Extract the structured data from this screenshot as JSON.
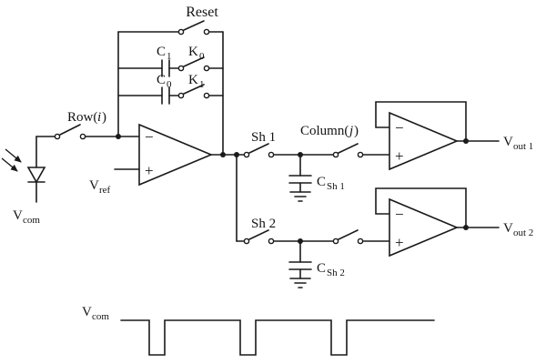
{
  "diagram": {
    "type": "circuit-schematic",
    "description": "Pixel readout integrator with correlated double sampling: photodiode, row switch, integrator op-amp with reset/C1/C0 feedback, two sample-and-hold branches and output buffers, plus Vcom timing waveform",
    "colors": {
      "stroke": "#1a1a1a",
      "background": "#ffffff"
    },
    "labels": {
      "reset": "Reset",
      "c1_base": "C",
      "c1_sub": "1",
      "k0_base": "K",
      "k0_sub": "0",
      "c0_base": "C",
      "c0_sub": "0",
      "k1_base": "K",
      "k1_sub": "1",
      "row_pre": "Row(",
      "row_var": "i",
      "row_post": ")",
      "column_pre": "Column(",
      "column_var": "j",
      "column_post": ")",
      "vref_base": "V",
      "vref_sub": "ref",
      "vcom_base": "V",
      "vcom_sub": "com",
      "sh1": "Sh 1",
      "sh2": "Sh 2",
      "csh1_base": "C",
      "csh1_sub": "Sh 1",
      "csh2_base": "C",
      "csh2_sub": "Sh 2",
      "vout1_base": "V",
      "vout1_sub": "out 1",
      "vout2_base": "V",
      "vout2_sub": "out 2",
      "opamp_minus": "−",
      "opamp_plus": "+"
    },
    "waveform": {
      "signal": "Vcom",
      "shape": "high baseline with 3 active-low pulses",
      "pulse_count": 3
    }
  }
}
